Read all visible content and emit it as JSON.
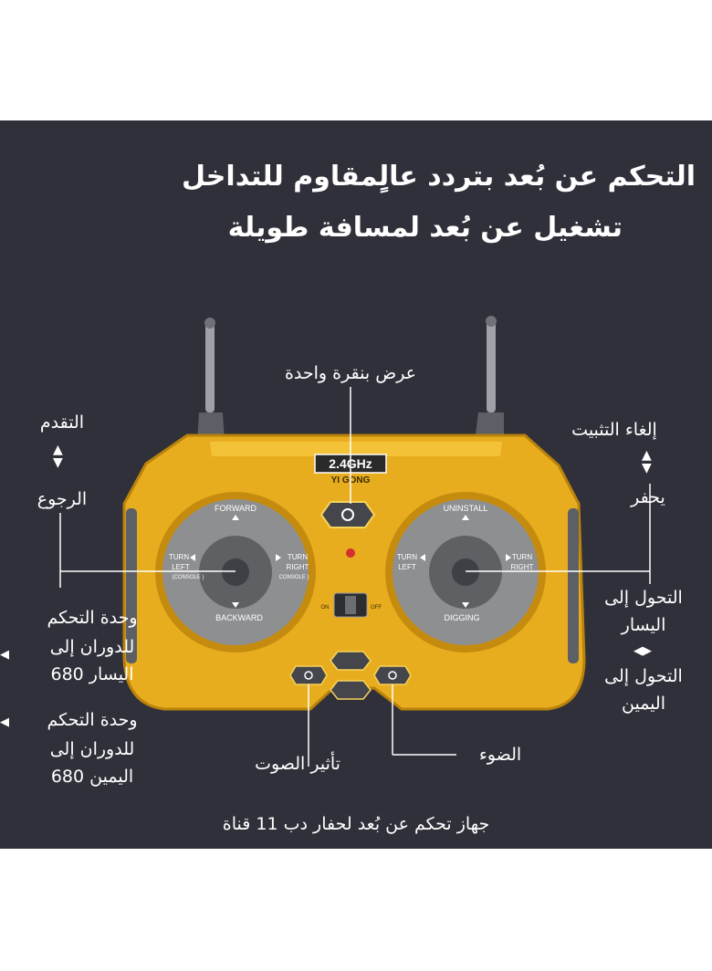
{
  "headline": {
    "line1": "التحكم عن بُعد بتردد عالٍمقاوم للتداخل",
    "line2": "تشغيل عن بُعد لمسافة طويلة"
  },
  "device": {
    "brand_freq": "2.4GHz",
    "brand_name": "YI GONG",
    "left_stick": {
      "top": "FORWARD",
      "bottom": "BACKWARD",
      "left_1": "TURN",
      "left_2": "LEFT",
      "left_3": "(CONSOLE )",
      "right_1": "TURN",
      "right_2": "RIGHT",
      "right_3": "CONSOLE )"
    },
    "right_stick": {
      "top": "UNINSTALL",
      "bottom": "DIGGING",
      "left_1": "TURN",
      "left_2": "LEFT",
      "right_1": "TURN",
      "right_2": "RIGHT"
    },
    "switch_on": "ON",
    "switch_off": "OFF"
  },
  "labels": {
    "one_key_demo": "عرض بنقرة واحدة",
    "forward": "التقدم",
    "backward": "الرجوع",
    "cancel_fix": "إلغاء التثبيت",
    "dig": "يحفر",
    "unit_rotate_left_1": "وحدة التحكم",
    "unit_rotate_left_2": "للدوران إلى",
    "unit_rotate_left_3": "اليسار 680",
    "unit_rotate_right_1": "وحدة التحكم",
    "unit_rotate_right_2": "للدوران إلى",
    "unit_rotate_right_3": "اليمين 680",
    "turn_left_1": "التحول إلى",
    "turn_left_2": "اليسار",
    "turn_right_1": "التحول إلى",
    "turn_right_2": "اليمين",
    "sound_effect": "تأثير الصوت",
    "light": "الضوء",
    "footer": "جهاز تحكم عن بُعد لحفار دب 11 قناة"
  },
  "colors": {
    "background": "#2f3039",
    "controller_body": "#e8ad1f",
    "controller_dark": "#c48b0e",
    "dial_gray": "#8e8f91",
    "text": "#ffffff"
  },
  "icons": [
    "up-down-arrow-icon",
    "left-right-arrow-icon",
    "demo-gear-icon",
    "sound-icon",
    "light-bulb-icon"
  ]
}
